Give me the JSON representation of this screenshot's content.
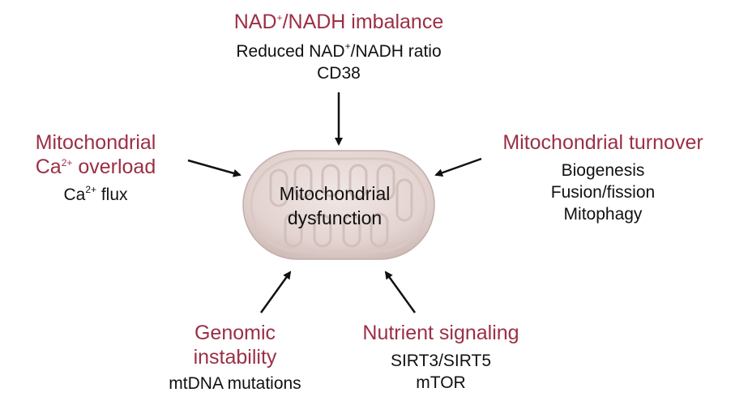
{
  "center": {
    "line1": "Mitochondrial",
    "line2": "dysfunction"
  },
  "factors": {
    "nad": {
      "title_pre": "NAD",
      "title_sup": "+",
      "title_post": "/NADH imbalance",
      "sub1_pre": "Reduced NAD",
      "sub1_sup": "+",
      "sub1_post": "/NADH ratio",
      "sub2": "CD38"
    },
    "calcium": {
      "title_line1": "Mitochondrial",
      "title_line2_pre": "Ca",
      "title_line2_sup": "2+",
      "title_line2_post": " overload",
      "sub_pre": "Ca",
      "sub_sup": "2+",
      "sub_post": " flux"
    },
    "turnover": {
      "title": "Mitochondrial turnover",
      "sub": [
        "Biogenesis",
        "Fusion/fission",
        "Mitophagy"
      ]
    },
    "genomic": {
      "title": [
        "Genomic",
        "instability"
      ],
      "sub": "mtDNA mutations"
    },
    "nutrient": {
      "title": "Nutrient signaling",
      "sub": [
        "SIRT3/SIRT5",
        "mTOR"
      ]
    }
  },
  "colors": {
    "title_text": "#9b2f45",
    "body_text": "#111111",
    "mito_fill": "#e7d8d5",
    "mito_stroke": "#c9b7b3",
    "arrow": "#111111"
  }
}
